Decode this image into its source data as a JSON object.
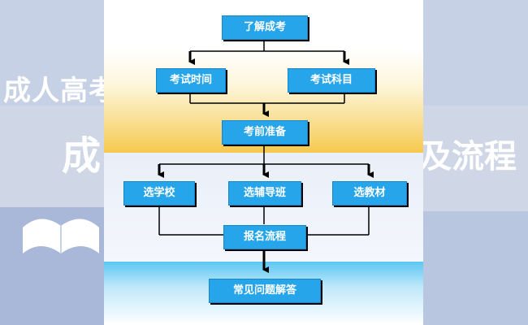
{
  "background": {
    "line1": "成人高考",
    "line2_left": "成",
    "line2_right": "及流程"
  },
  "flow": {
    "understand": "了解成考",
    "exam_time": "考试时间",
    "exam_subjects": "考试科目",
    "prep": "考前准备",
    "choose_school": "选学校",
    "choose_class": "选辅导班",
    "choose_material": "选教材",
    "registration": "报名流程",
    "faq": "常见问题解答"
  },
  "colors": {
    "node_fill": "#27a5ea",
    "node_text": "#ffffff",
    "arrow": "#000000",
    "band_gold": "#f6c94e",
    "band_blue": "#5cc7f3"
  }
}
